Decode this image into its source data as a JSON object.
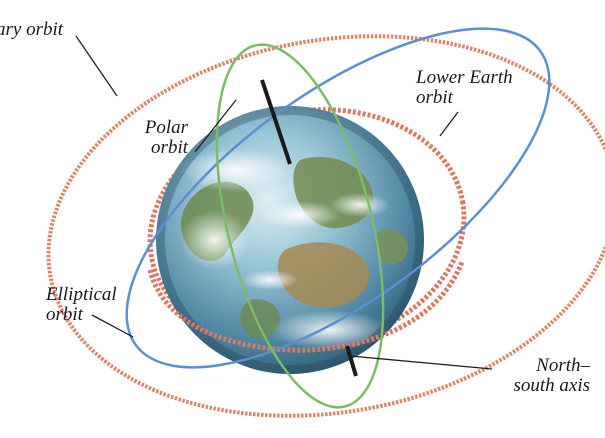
{
  "labels": {
    "stationary": "ary orbit",
    "polar": [
      "Polar",
      "orbit"
    ],
    "lower_earth": [
      "Lower Earth",
      "orbit"
    ],
    "elliptical": [
      "Elliptical",
      "orbit"
    ],
    "axis": [
      "North–",
      "south axis"
    ]
  },
  "colors": {
    "stationary_orbit": "#d9866a",
    "lower_orbit": "#d97a66",
    "elliptical_orbit": "#5b8fd0",
    "polar_orbit": "#7dbb6a",
    "axis": "#1a1a1a",
    "leader_lines": "#222222"
  }
}
